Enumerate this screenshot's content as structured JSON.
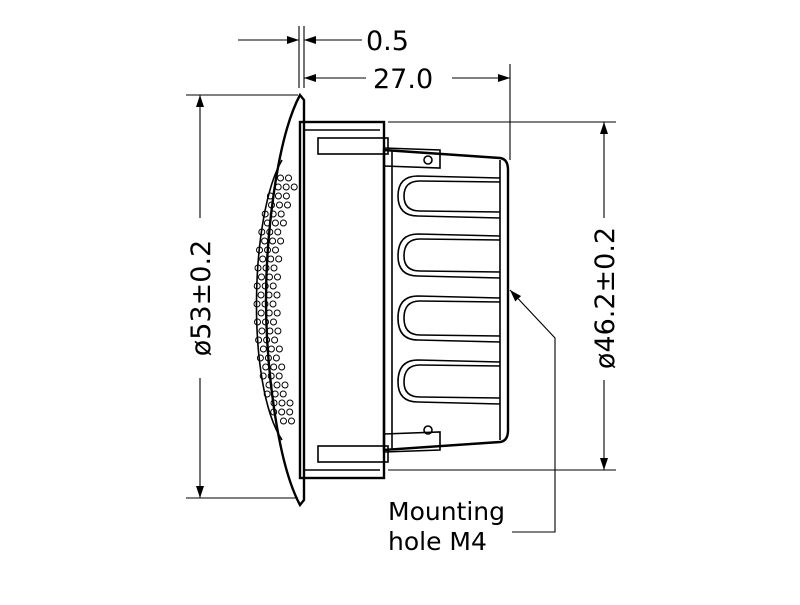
{
  "drawing": {
    "dimensions": {
      "flange_thickness": "0.5",
      "depth": "27.0",
      "outer_diameter": "ø53±0.2",
      "cutout_diameter": "ø46.2±0.2"
    },
    "note": {
      "line1": "Mounting",
      "line2": "hole M4"
    },
    "line_color": "#000000",
    "background_color": "#ffffff"
  }
}
